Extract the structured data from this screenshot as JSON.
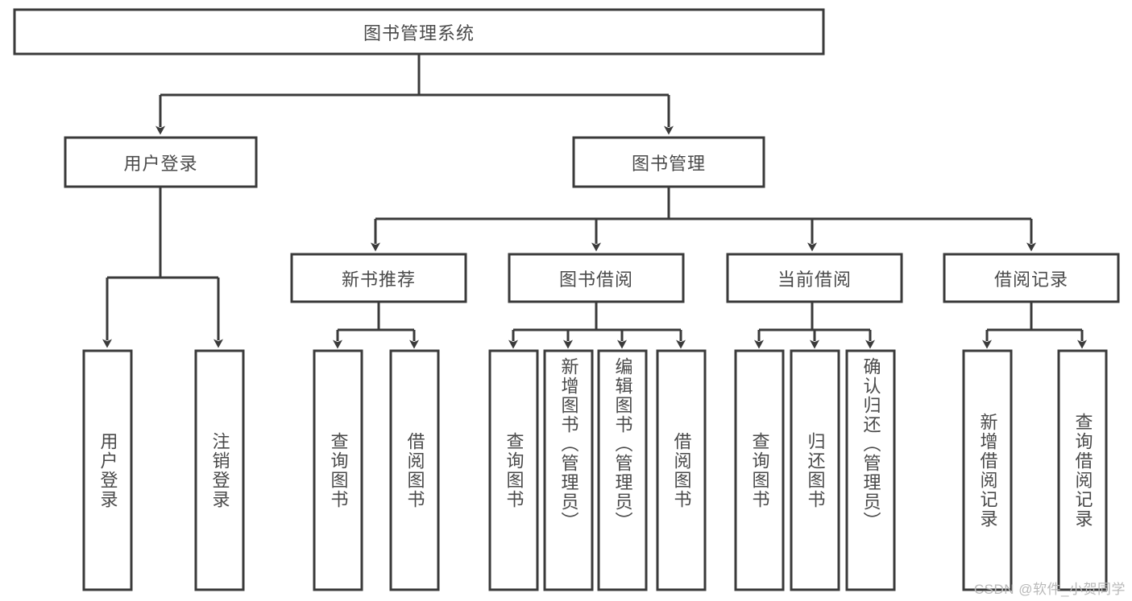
{
  "diagram": {
    "type": "tree",
    "title": "图书管理系统",
    "orientation": "top-down",
    "colors": {
      "box_stroke": "#3a3a3a",
      "box_fill": "#ffffff",
      "text": "#4a4a4a",
      "edge": "#3a3a3a",
      "watermark": "#b9b9b9",
      "background": "#ffffff"
    },
    "levels": {
      "root": {
        "label": "图书管理系统"
      },
      "level2": [
        {
          "label": "用户登录"
        },
        {
          "label": "图书管理"
        }
      ],
      "level3": [
        {
          "label": "新书推荐"
        },
        {
          "label": "图书借阅"
        },
        {
          "label": "当前借阅"
        },
        {
          "label": "借阅记录"
        }
      ],
      "leaves_user_login": [
        {
          "label": "用户登录"
        },
        {
          "label": "注销登录"
        }
      ],
      "leaves_new_books": [
        {
          "label": "查询图书"
        },
        {
          "label": "借阅图书"
        }
      ],
      "leaves_borrow": [
        {
          "label": "查询图书"
        },
        {
          "label": "新增图书（管理员）"
        },
        {
          "label": "编辑图书（管理员）"
        },
        {
          "label": "借阅图书"
        }
      ],
      "leaves_current": [
        {
          "label": "查询图书"
        },
        {
          "label": "归还图书"
        },
        {
          "label": "确认归还（管理员）"
        }
      ],
      "leaves_records": [
        {
          "label": "新增借阅记录"
        },
        {
          "label": "查询借阅记录"
        }
      ]
    },
    "watermark": "CSDN @软件_小贺同学"
  }
}
